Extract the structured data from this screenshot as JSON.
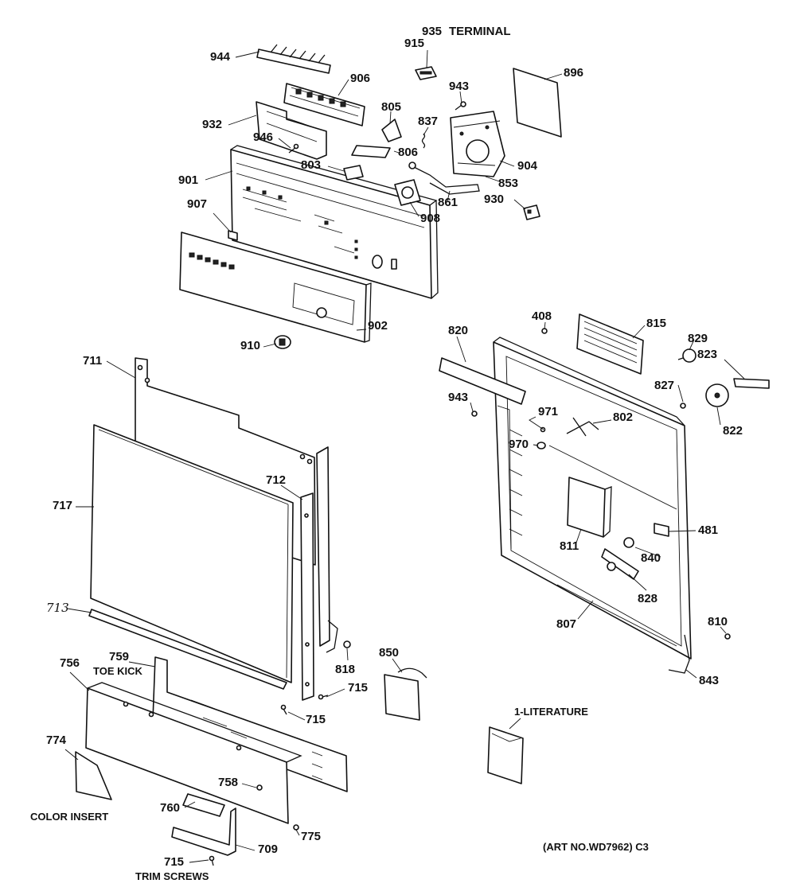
{
  "labels": {
    "p935": "935",
    "terminal": "TERMINAL",
    "p944": "944",
    "p915": "915",
    "p906": "906",
    "p896": "896",
    "p943a": "943",
    "p805": "805",
    "p837": "837",
    "p932": "932",
    "p946": "946",
    "p806": "806",
    "p803": "803",
    "p904": "904",
    "p901": "901",
    "p853": "853",
    "p861": "861",
    "p930": "930",
    "p907": "907",
    "p908": "908",
    "p902": "902",
    "p910": "910",
    "p408": "408",
    "p815": "815",
    "p820": "820",
    "p829": "829",
    "p823": "823",
    "p711": "711",
    "p827": "827",
    "p943b": "943",
    "p971": "971",
    "p802": "802",
    "p822": "822",
    "p970": "970",
    "p712": "712",
    "p717": "717",
    "p481": "481",
    "p811": "811",
    "p840": "840",
    "p828": "828",
    "p713": "713",
    "p810": "810",
    "p807": "807",
    "p756": "756",
    "p759": "759",
    "toe_kick": "TOE KICK",
    "p818": "818",
    "p850": "850",
    "p843": "843",
    "p715a": "715",
    "p715b": "715",
    "literature": "1-LITERATURE",
    "p774": "774",
    "p758": "758",
    "color_insert": "COLOR INSERT",
    "p760": "760",
    "p775": "775",
    "p709": "709",
    "art_no": "(ART NO.WD7962) C3",
    "p715c": "715",
    "trim_screws": "TRIM SCREWS"
  }
}
